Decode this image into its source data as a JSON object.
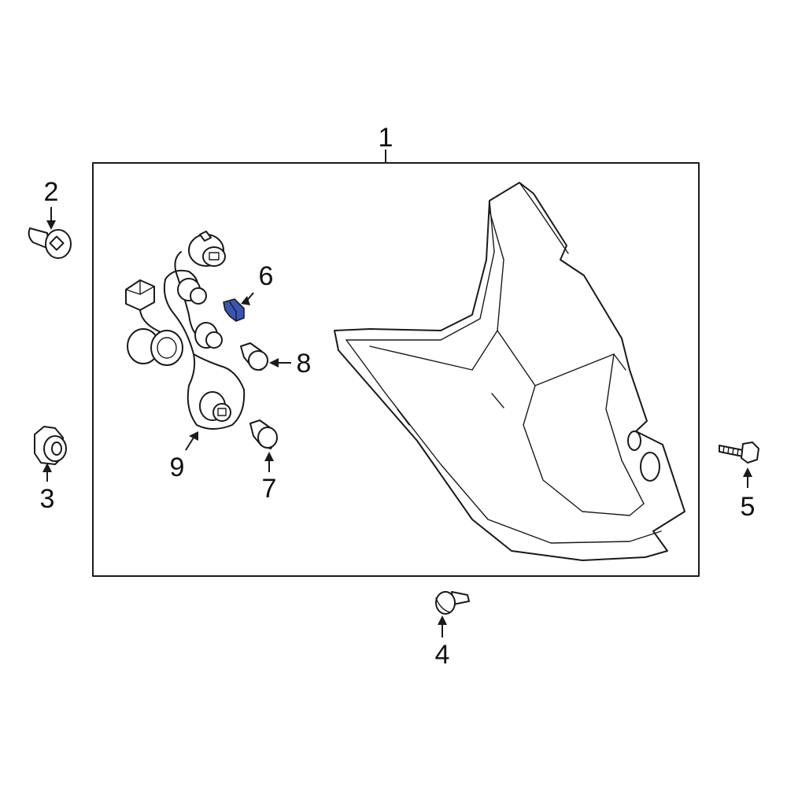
{
  "callouts": [
    {
      "id": "1",
      "text": "1"
    },
    {
      "id": "2",
      "text": "2"
    },
    {
      "id": "3",
      "text": "3"
    },
    {
      "id": "4",
      "text": "4"
    },
    {
      "id": "5",
      "text": "5"
    },
    {
      "id": "6",
      "text": "6"
    },
    {
      "id": "7",
      "text": "7"
    },
    {
      "id": "8",
      "text": "8"
    },
    {
      "id": "9",
      "text": "9"
    }
  ],
  "colors": {
    "highlight_part": "#3a55b5",
    "line": "#1a1a1a",
    "background": "#ffffff"
  }
}
